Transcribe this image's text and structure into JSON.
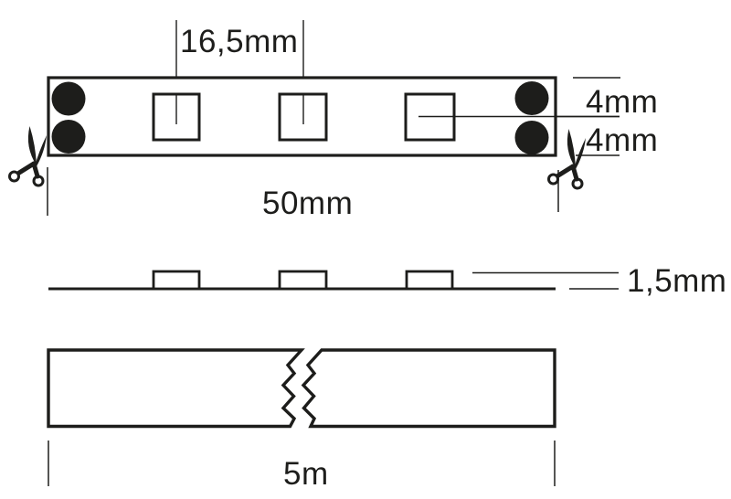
{
  "colors": {
    "ink": "#1d1d1b",
    "background": "#ffffff"
  },
  "diagram": {
    "top_view": {
      "led_pitch_label": "16,5mm",
      "pad_row_top_label": "4mm",
      "pad_row_bottom_label": "4mm",
      "segment_length_label": "50mm",
      "led_chip_count": 3,
      "solder_pad_count": 4,
      "cut_mark_icon": "scissors-icon"
    },
    "side_view": {
      "thickness_label": "1,5mm",
      "led_bump_count": 3
    },
    "reel_view": {
      "total_length_label": "5m"
    }
  }
}
